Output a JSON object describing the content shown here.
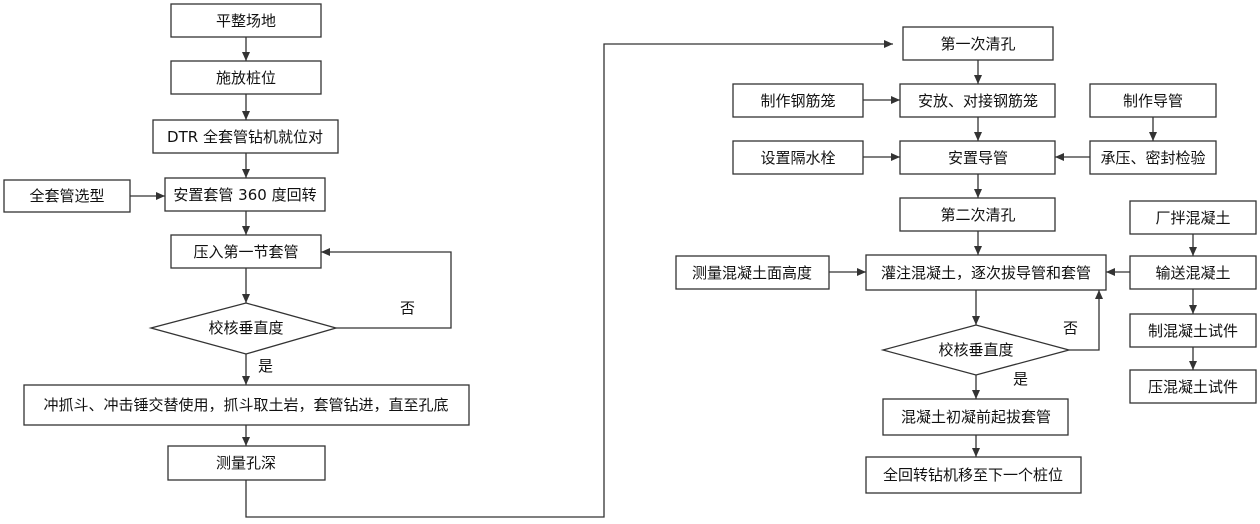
{
  "nodes": {
    "n1": "平整场地",
    "n2": "施放桩位",
    "n3": "DTR 全套管钻机就位对",
    "n4": "安置套管 360 度回转",
    "n5": "全套管选型",
    "n6": "压入第一节套管",
    "n7": "校核垂直度",
    "n8": "冲抓斗、冲击锤交替使用，抓斗取土岩，套管钻进，直至孔底",
    "n9": "测量孔深",
    "r1": "第一次清孔",
    "r2": "制作钢筋笼",
    "r3": "安放、对接钢筋笼",
    "r4": "制作导管",
    "r5": "设置隔水栓",
    "r6": "安置导管",
    "r7": "承压、密封检验",
    "r8": "第二次清孔",
    "r9": "厂拌混凝土",
    "r10": "测量混凝土面高度",
    "r11": "灌注混凝土，逐次拔导管和套管",
    "r12": "输送混凝土",
    "r13": "校核垂直度",
    "r14": "制混凝土试件",
    "r15": "压混凝土试件",
    "r16": "混凝土初凝前起拔套管",
    "r17": "全回转钻机移至下一个桩位"
  },
  "labels": {
    "no_left": "否",
    "yes_left": "是",
    "no_right": "否",
    "yes_right": "是"
  }
}
